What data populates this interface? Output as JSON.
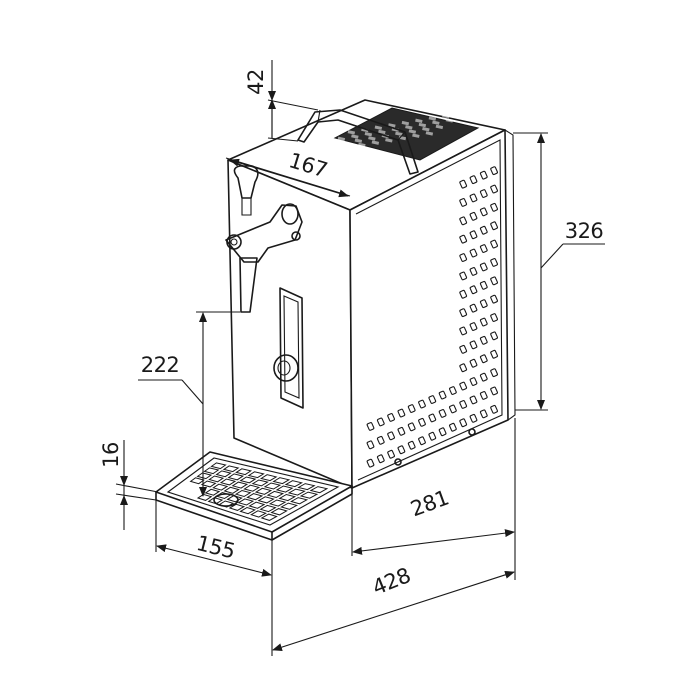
{
  "dimensions": {
    "handle_height": "42",
    "tap_width": "167",
    "overall_height": "326",
    "tap_clearance": "222",
    "tray_height": "16",
    "tray_width": "155",
    "body_depth": "281",
    "overall_depth": "428"
  },
  "colors": {
    "line": "#1a1a1a",
    "background": "#ffffff"
  }
}
